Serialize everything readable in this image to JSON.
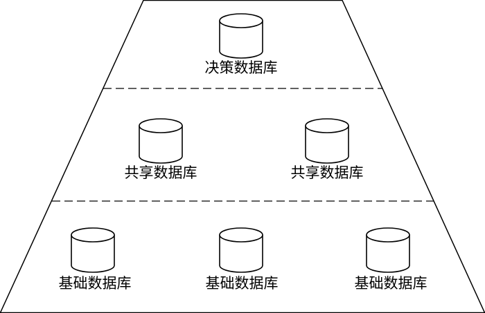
{
  "levels": [
    {
      "name": "decision",
      "items": [
        "决策数据库"
      ]
    },
    {
      "name": "shared",
      "items": [
        "共享数据库",
        "共享数据库"
      ]
    },
    {
      "name": "base",
      "items": [
        "基础数据库",
        "基础数据库",
        "基础数据库"
      ]
    }
  ],
  "colors": {
    "stroke": "#000000",
    "background": "#ffffff"
  }
}
